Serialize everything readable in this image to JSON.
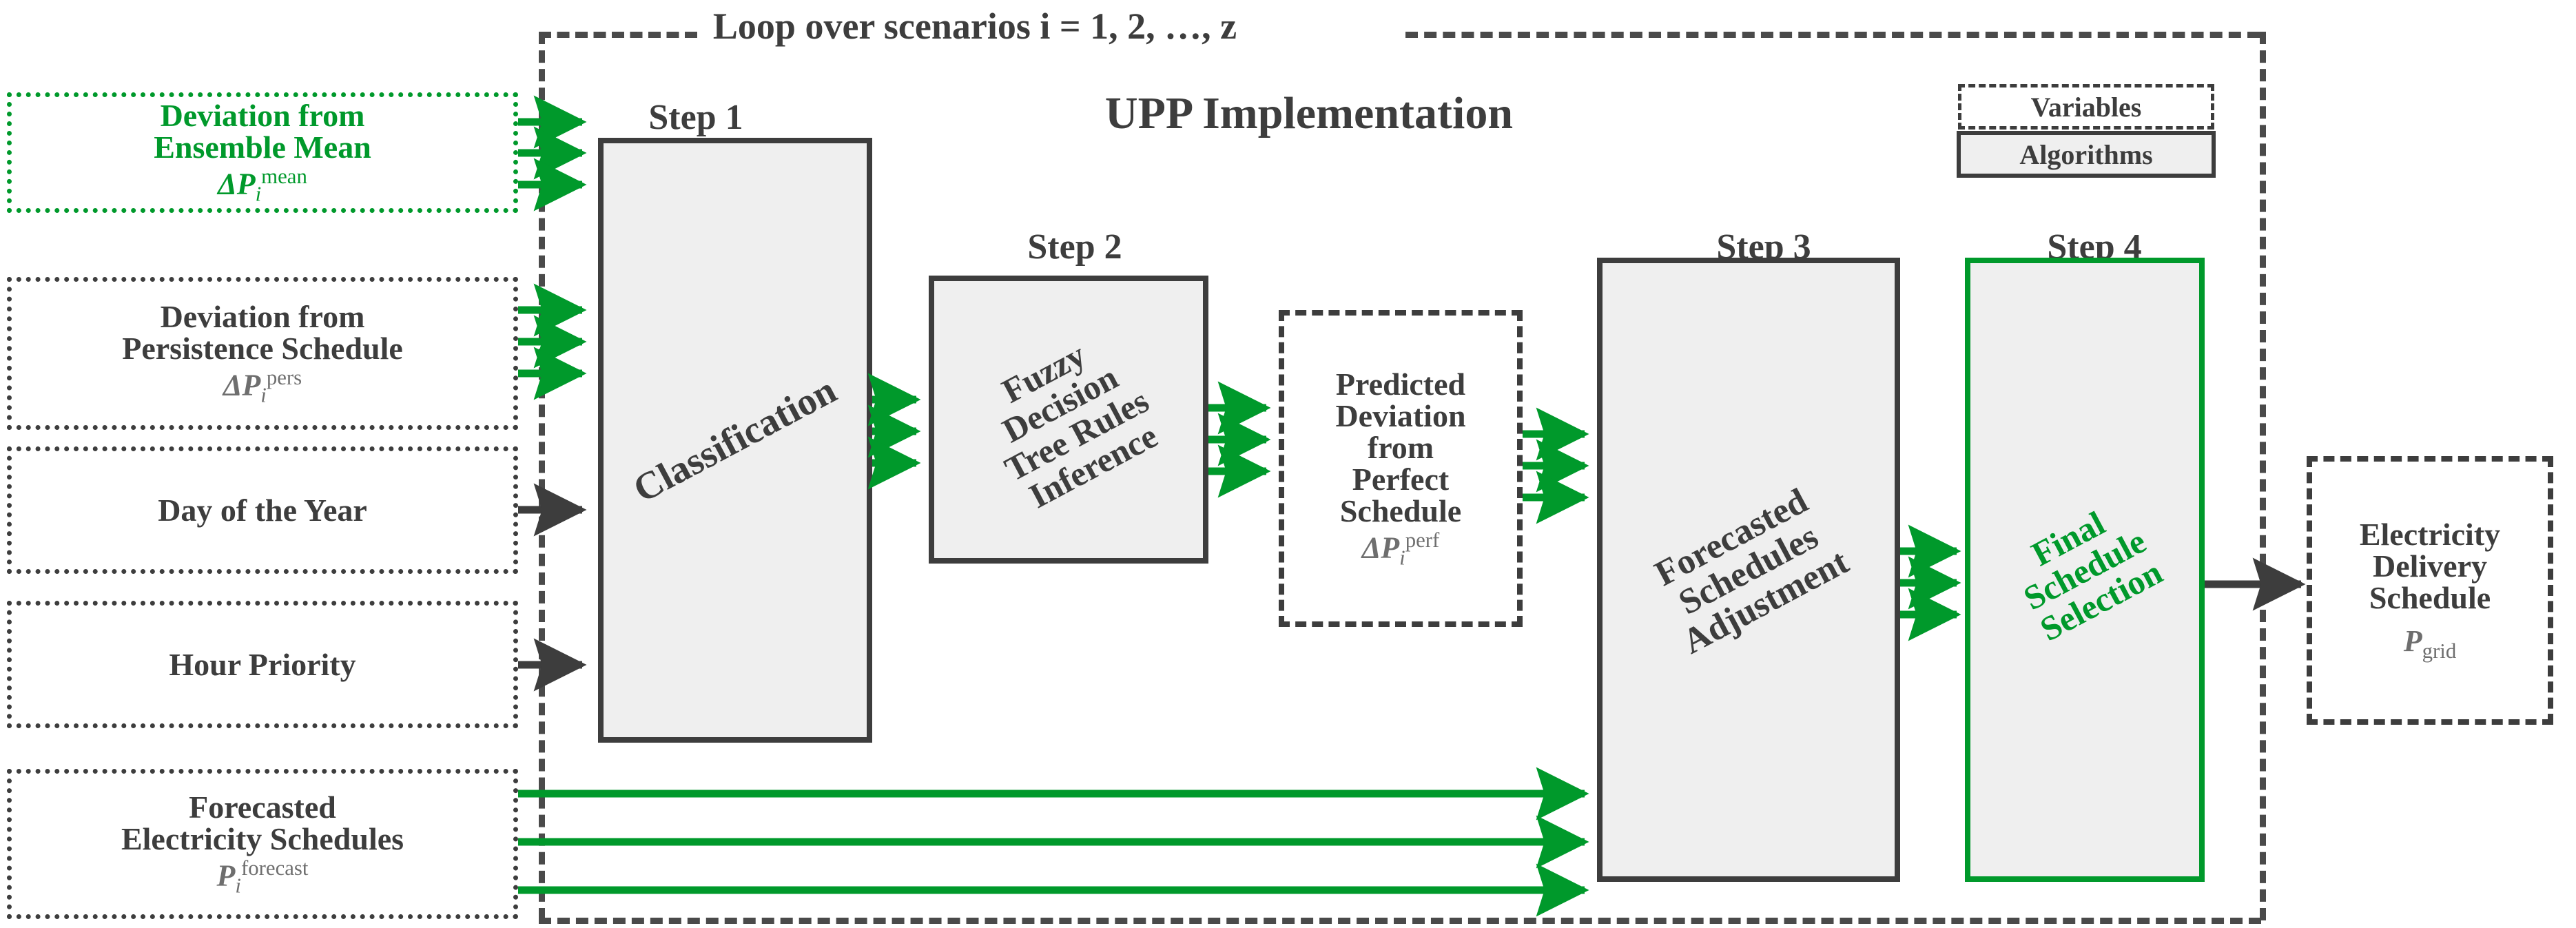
{
  "diagram": {
    "loop_label": "Loop over scenarios i = 1, 2, …, z",
    "main_title": "UPP Implementation",
    "legend": {
      "variables_label": "Variables",
      "algorithms_label": "Algorithms"
    },
    "colors": {
      "green": "#00992b",
      "dark": "#3d3d3d",
      "box_fill": "#efefef"
    },
    "steps": {
      "step1_label": "Step 1",
      "step2_label": "Step 2",
      "step3_label": "Step 3",
      "step4_label": "Step 4"
    },
    "inputs": [
      {
        "title_line1": "Deviation from",
        "title_line2": "Ensemble Mean",
        "symbol_base": "ΔP",
        "symbol_sub": "i",
        "symbol_sup": "mean",
        "color": "green"
      },
      {
        "title_line1": "Deviation from",
        "title_line2": "Persistence Schedule",
        "symbol_base": "ΔP",
        "symbol_sub": "i",
        "symbol_sup": "pers",
        "color": "dark"
      },
      {
        "title_line1": "Day of the Year",
        "title_line2": "",
        "symbol_base": "",
        "symbol_sub": "",
        "symbol_sup": "",
        "color": "dark"
      },
      {
        "title_line1": "Hour Priority",
        "title_line2": "",
        "symbol_base": "",
        "symbol_sub": "",
        "symbol_sup": "",
        "color": "dark"
      },
      {
        "title_line1": "Forecasted",
        "title_line2": "Electricity Schedules",
        "symbol_base": "P",
        "symbol_sub": "i",
        "symbol_sup": "forecast",
        "color": "dark"
      }
    ],
    "algorithms": {
      "step1_text": "Classification",
      "step2_text_lines": [
        "Fuzzy",
        "Decision",
        "Tree Rules",
        "Inference"
      ],
      "step3_text_lines": [
        "Forecasted",
        "Schedules",
        "Adjustment"
      ],
      "step4_text_lines": [
        "Final",
        "Schedule",
        "Selection"
      ]
    },
    "intermediate": {
      "title_lines": [
        "Predicted",
        "Deviation",
        "from",
        "Perfect",
        "Schedule"
      ],
      "symbol_base": "ΔP",
      "symbol_sub": "i",
      "symbol_sup": "perf"
    },
    "output": {
      "title_lines": [
        "Electricity",
        "Delivery",
        "Schedule"
      ],
      "symbol_base": "P",
      "symbol_sub": "grid"
    }
  }
}
